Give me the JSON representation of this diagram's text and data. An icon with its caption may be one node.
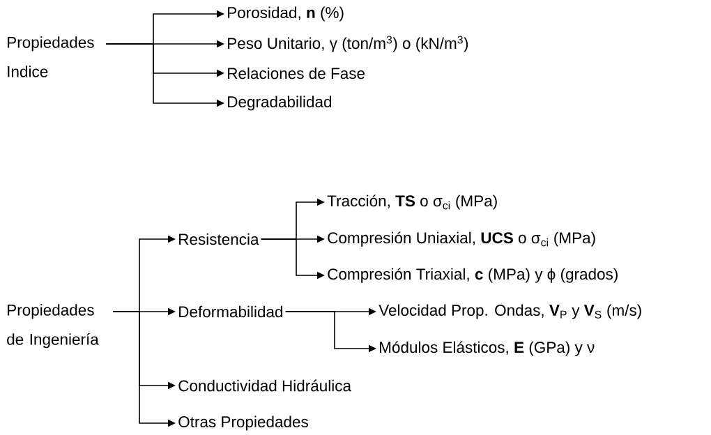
{
  "diagram": {
    "nodes": [
      {
        "text": [
          "Propiedades Indice"
        ]
      },
      {
        "text": [
          "Porosidad,  **n**  (%)"
        ]
      },
      {
        "text": [
          "Peso Unitario,  γ  (ton/m$^{3}$) o (kN/m$^{3}$)"
        ]
      },
      {
        "text": [
          "Relaciones de Fase"
        ]
      },
      {
        "text": [
          "Degradabilidad"
        ]
      },
      {
        "text": [
          "Propiedades de Ingeniería"
        ]
      },
      {
        "text": [
          "Resistencia"
        ]
      },
      {
        "text": [
          "Tracción,  **TS**  o  σ$_{ci}$  (MPa)"
        ]
      },
      {
        "text": [
          "Compresión Uniaxial, **UCS** o  σ$_{ci}$  (MPa)"
        ]
      },
      {
        "text": [
          "Compresión Triaxial,  **c** (MPa) y ϕ (grados)"
        ]
      },
      {
        "text": [
          "Deformabilidad"
        ]
      },
      {
        "text": [
          "Velocidad Prop. Ondas, **V**$_{P}$ y **V**$_{S}$ (m/s)"
        ]
      },
      {
        "text": [
          "Módulos Elásticos, **E** (GPa) y ν"
        ]
      },
      {
        "text": [
          "Conductividad Hidráulica"
        ]
      },
      {
        "text": [
          "Otras Propiedades"
        ]
      }
    ],
    "edges": [
      {
        "from": 0,
        "to": 1,
        "arrow": "to"
      },
      {
        "from": 0,
        "to": 2,
        "arrow": "to"
      },
      {
        "from": 0,
        "to": 3,
        "arrow": "to"
      },
      {
        "from": 0,
        "to": 4,
        "arrow": "to"
      },
      {
        "from": 5,
        "to": 6,
        "arrow": "to"
      },
      {
        "from": 6,
        "to": 7,
        "arrow": "to"
      },
      {
        "from": 6,
        "to": 8,
        "arrow": "to"
      },
      {
        "from": 6,
        "to": 9,
        "arrow": "to"
      },
      {
        "from": 5,
        "to": 10,
        "arrow": "to"
      },
      {
        "from": 10,
        "to": 11,
        "arrow": "to"
      },
      {
        "from": 10,
        "to": 12,
        "arrow": "to"
      },
      {
        "from": 5,
        "to": 13,
        "arrow": "to"
      },
      {
        "from": 5,
        "to": 14,
        "arrow": "to"
      }
    ]
  }
}
